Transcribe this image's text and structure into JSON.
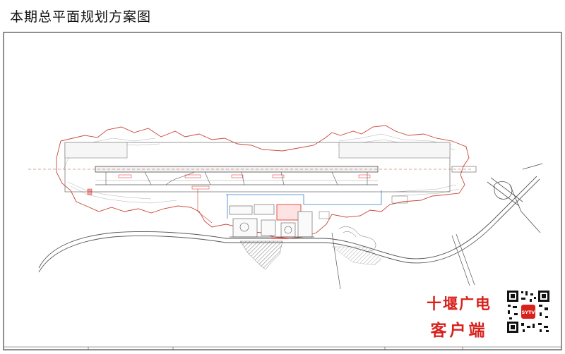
{
  "header": {
    "title": "本期总平面规划方案图"
  },
  "brand": {
    "line1": "十堰广电",
    "line2": "客户端",
    "qr_badge": "SYTV"
  },
  "colors": {
    "boundary": "#c9463a",
    "linework": "#6a6a6a",
    "runway_fill": "#f1f1f1",
    "taxiway_blue": "#2f7fd1",
    "highlight_red": "#e0261e",
    "brand_red": "#d8211c",
    "road_gray": "#555555",
    "hatch": "#8a8a8a"
  },
  "icons": {
    "qr": "qr-code-icon"
  }
}
